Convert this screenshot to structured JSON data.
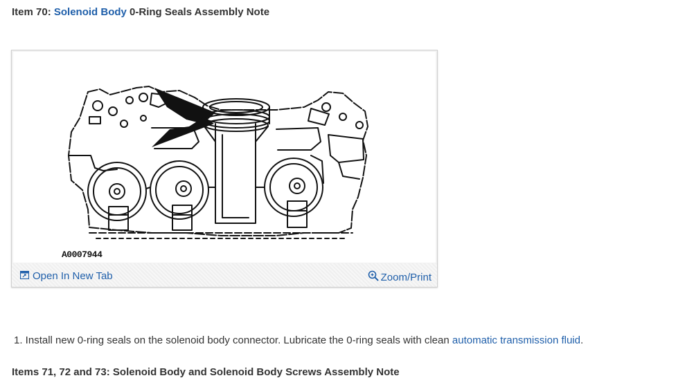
{
  "item70": {
    "prefix": "Item 70: ",
    "link": "Solenoid Body",
    "suffix": " 0-Ring Seals Assembly Note"
  },
  "figure": {
    "id_label": "A0007944",
    "open_tab_label": "Open In New Tab",
    "zoom_label": "Zoom/Print"
  },
  "step1": {
    "number": "1.",
    "text_before": " Install new 0-ring seals on the solenoid body connector. Lubricate the 0-ring seals with clean ",
    "link": "automatic transmission fluid",
    "text_after": "."
  },
  "items71": {
    "title": "Items 71, 72 and 73: Solenoid Body and Solenoid Body Screws Assembly Note"
  },
  "colors": {
    "link": "#1f5faa",
    "text": "#333333"
  }
}
